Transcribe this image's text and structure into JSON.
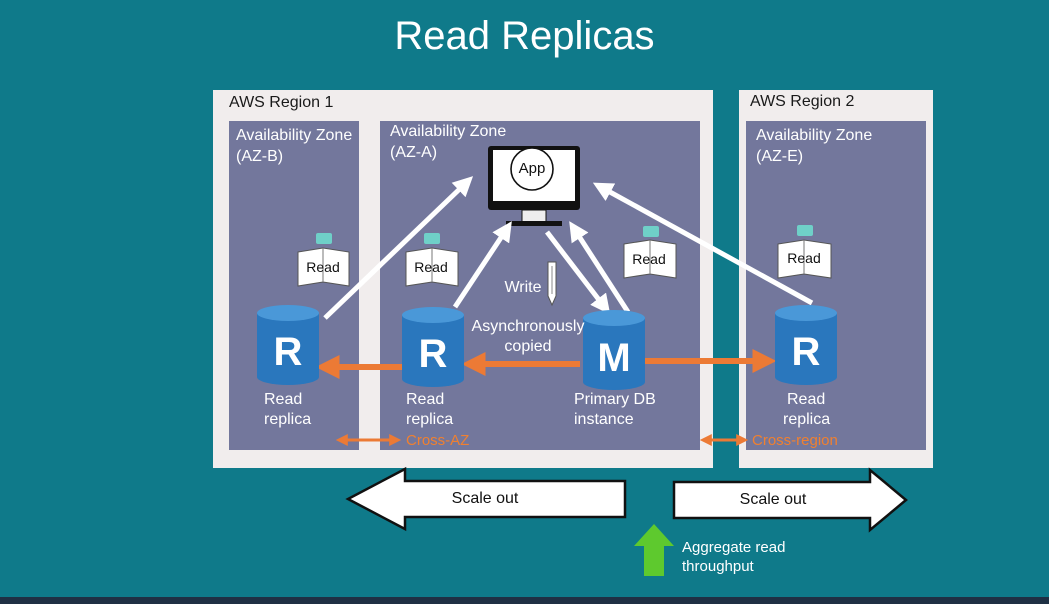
{
  "title": "Read Replicas",
  "regions": [
    {
      "label": "AWS Region 1"
    },
    {
      "label": "AWS Region 2"
    }
  ],
  "zones": {
    "az_b": {
      "line1": "Availability Zone",
      "line2": "(AZ-B)"
    },
    "az_a": {
      "line1": "Availability Zone",
      "line2": "(AZ-A)"
    },
    "az_e": {
      "line1": "Availability Zone",
      "line2": "(AZ-E)"
    }
  },
  "app_label": "App",
  "read_label": "Read",
  "write_label": "Write",
  "async_label": {
    "line1": "Asynchronously",
    "line2": "copied"
  },
  "db_nodes": {
    "replica_b": {
      "letter": "R",
      "line1": "Read",
      "line2": "replica"
    },
    "replica_a": {
      "letter": "R",
      "line1": "Read",
      "line2": "replica"
    },
    "primary": {
      "letter": "M",
      "line1": "Primary DB",
      "line2": "instance"
    },
    "replica_e": {
      "letter": "R",
      "line1": "Read",
      "line2": "replica"
    }
  },
  "cross_az_label": "Cross-AZ",
  "cross_region_label": "Cross-region",
  "scale_left": "Scale out",
  "scale_right": "Scale out",
  "aggregate": {
    "line1": "Aggregate read",
    "line2": "throughput"
  },
  "colors": {
    "background": "#0f7a8a",
    "region_box": "#f1eded",
    "zone_box": "#73779c",
    "db_blue": "#2a77bd",
    "orange_arrow": "#ec7a35",
    "green_arrow": "#5ec92e"
  }
}
